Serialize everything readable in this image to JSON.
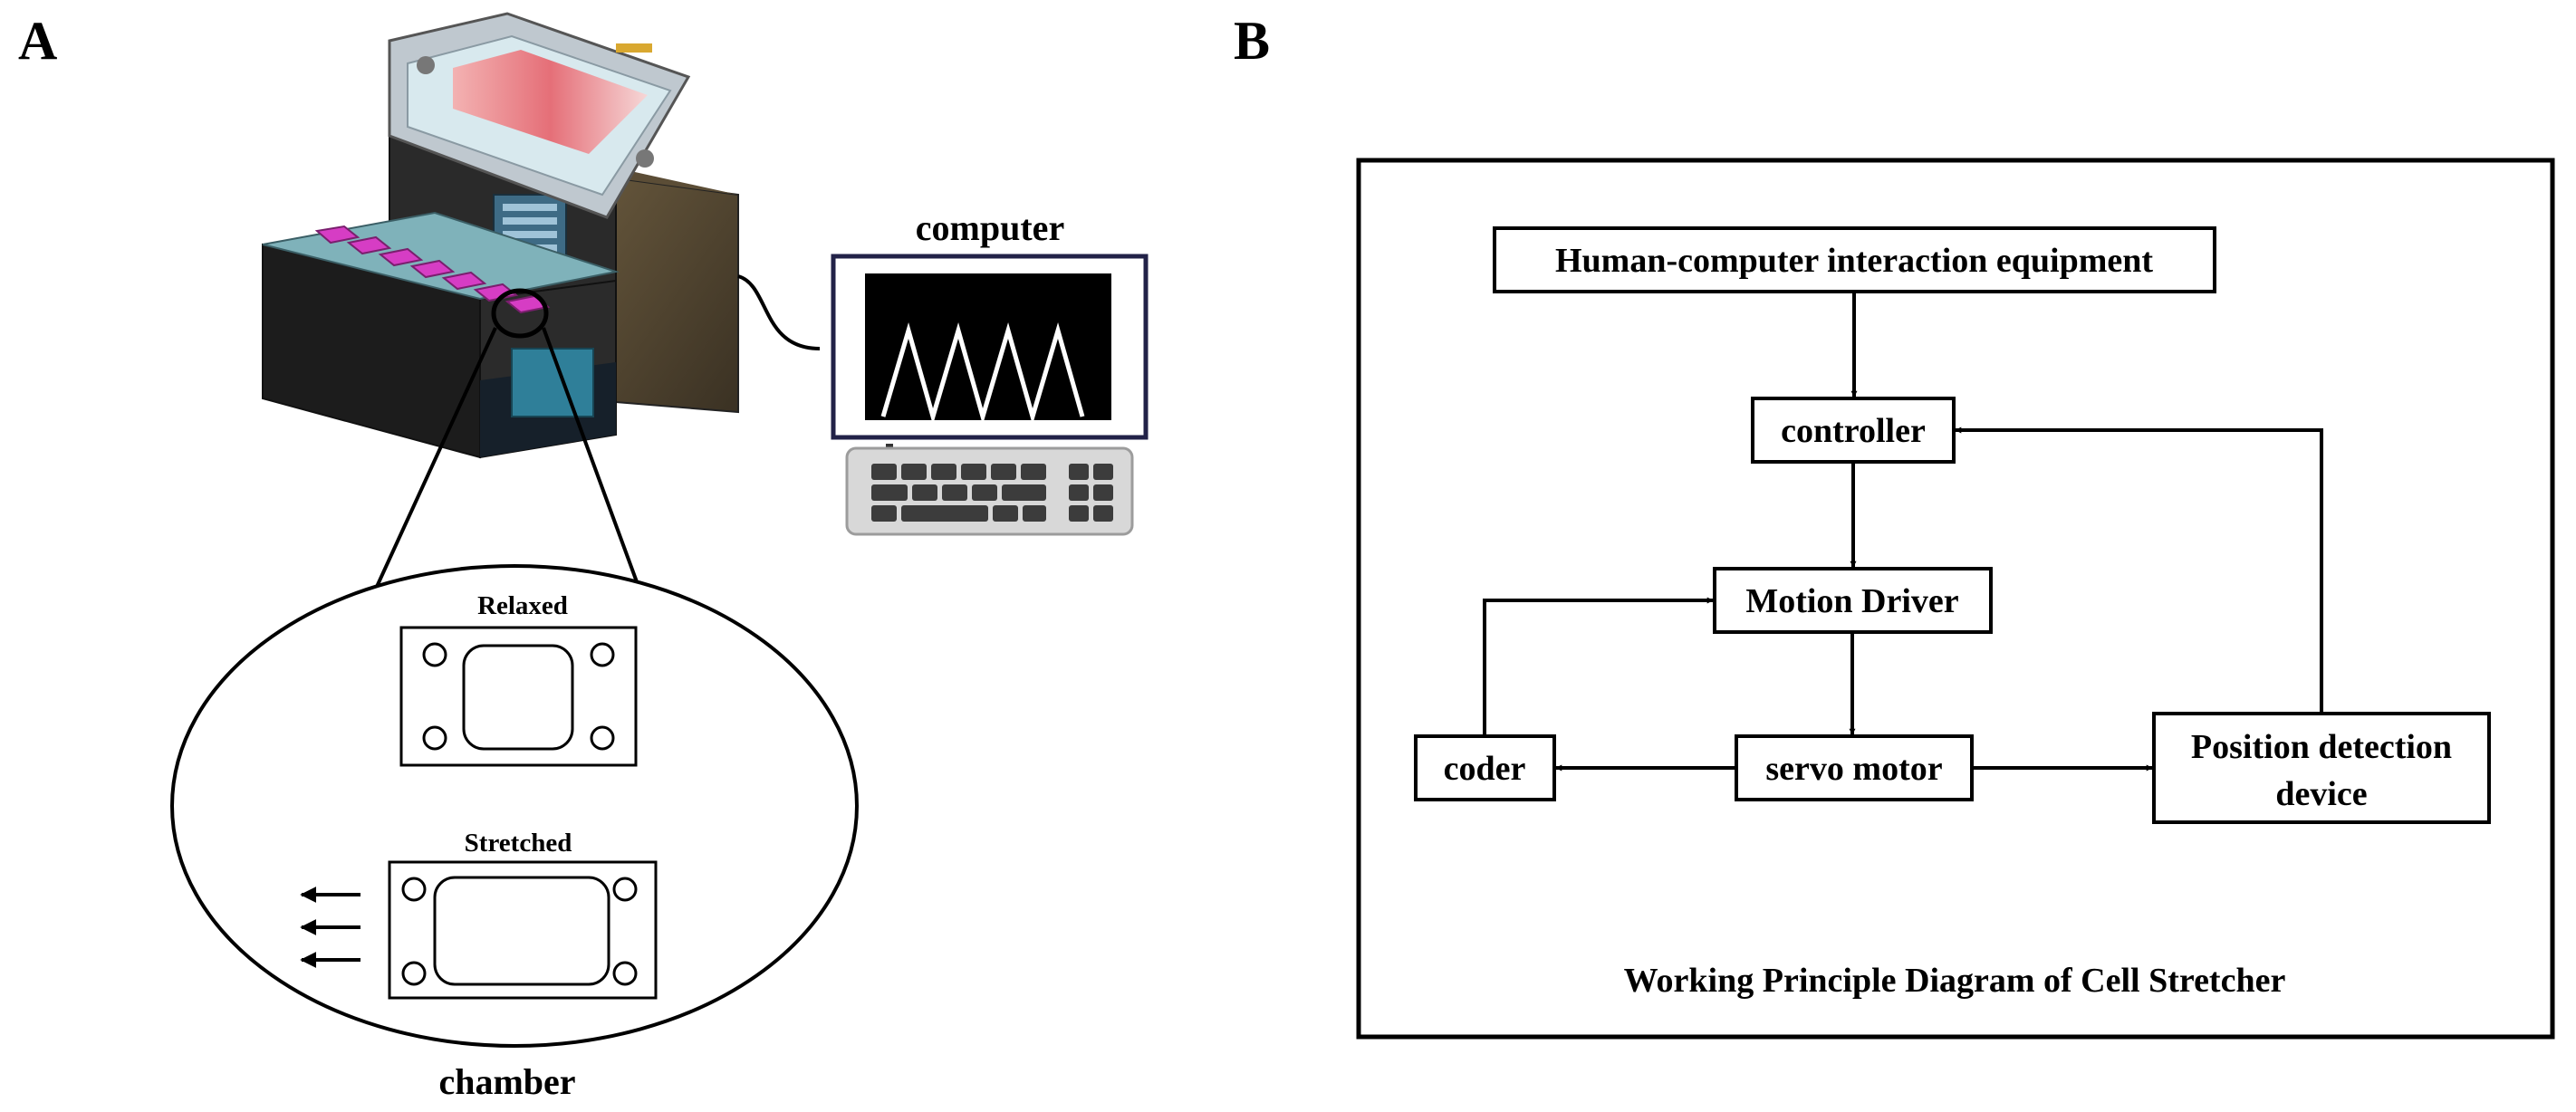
{
  "panel_a": {
    "label": "A",
    "computer_label": "computer",
    "chamber_label": "chamber",
    "relaxed_label": "Relaxed",
    "stretched_label": "Stretched",
    "colors": {
      "well_magenta": "#d63dc4",
      "body_dark": "#1c1c1c",
      "panel_teal": "#7fb2ba",
      "screen_black": "#000000"
    }
  },
  "panel_b": {
    "label": "B",
    "caption": "Working Principle Diagram of Cell Stretcher",
    "nodes": {
      "hci": "Human-computer interaction equipment",
      "controller": "controller",
      "motion_driver": "Motion Driver",
      "servo_motor": "servo motor",
      "coder": "coder",
      "position_line1": "Position detection",
      "position_line2": "device"
    }
  }
}
